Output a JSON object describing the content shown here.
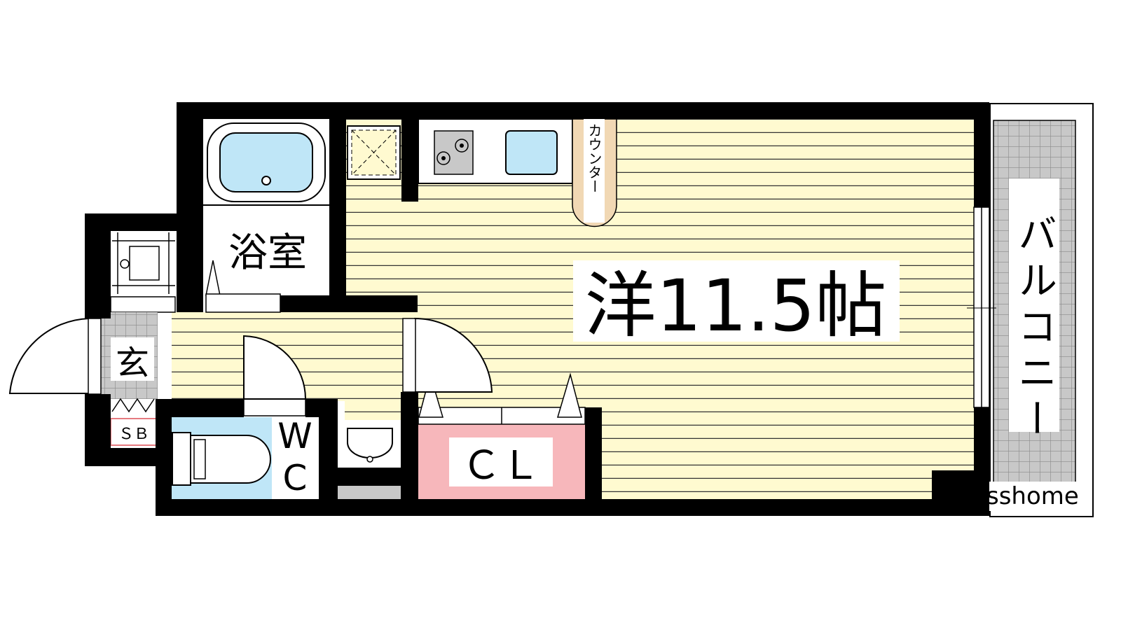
{
  "rooms": {
    "western": "洋11.5帖",
    "bath": "浴室",
    "entrance": "玄",
    "wc": "W\nC",
    "closet": "ＣＬ",
    "balcony": "バルコニー",
    "counter": "カウンター",
    "shoe_box": "ＳＢ"
  },
  "watermark": "sshome",
  "colors": {
    "floor": "#fffad0",
    "wall": "#000000",
    "water": "#bfe6f7",
    "closet": "#f7b7bb",
    "balcony_tile": "#c8c8c8",
    "counter": "#f1d8b4"
  }
}
